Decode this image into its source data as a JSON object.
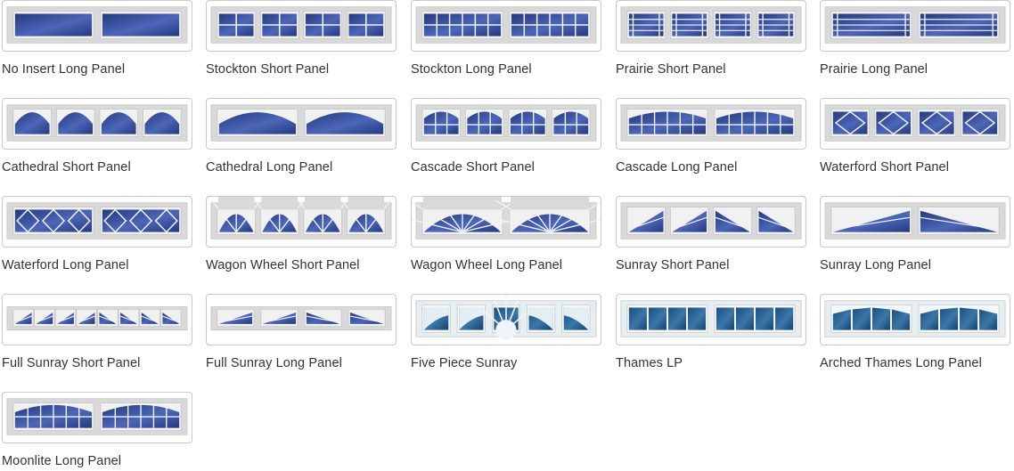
{
  "colors": {
    "glass_dark": "#243a7e",
    "glass_light": "#4d66b8",
    "panel_face": "#d9d9d9",
    "panel_edge": "#c4c4c4",
    "caption_text": "#333333",
    "frame_border": "#c9c9c9"
  },
  "inserts": [
    {
      "label": "No Insert Long Panel",
      "style": "plain",
      "segments": 2,
      "pattern": "plain"
    },
    {
      "label": "Stockton Short Panel",
      "style": "short",
      "segments": 4,
      "pattern": "grid2x2"
    },
    {
      "label": "Stockton Long Panel",
      "style": "long",
      "segments": 2,
      "pattern": "grid6x2"
    },
    {
      "label": "Prairie Short Panel",
      "style": "short",
      "segments": 4,
      "pattern": "prairie"
    },
    {
      "label": "Prairie Long Panel",
      "style": "long",
      "segments": 2,
      "pattern": "prairie"
    },
    {
      "label": "Cathedral Short Panel",
      "style": "short",
      "segments": 4,
      "pattern": "arch"
    },
    {
      "label": "Cathedral Long Panel",
      "style": "long",
      "segments": 2,
      "pattern": "arch"
    },
    {
      "label": "Cascade Short Panel",
      "style": "short",
      "segments": 4,
      "pattern": "archgrid"
    },
    {
      "label": "Cascade Long Panel",
      "style": "long",
      "segments": 2,
      "pattern": "archgrid"
    },
    {
      "label": "Waterford Short Panel",
      "style": "short",
      "segments": 4,
      "pattern": "diamond"
    },
    {
      "label": "Waterford Long Panel",
      "style": "long",
      "segments": 2,
      "pattern": "diamond"
    },
    {
      "label": "Wagon Wheel Short Panel",
      "style": "short",
      "segments": 4,
      "pattern": "wheel"
    },
    {
      "label": "Wagon Wheel Long Panel",
      "style": "long",
      "segments": 2,
      "pattern": "wheel"
    },
    {
      "label": "Sunray Short Panel",
      "style": "short",
      "segments": 4,
      "pattern": "sunray"
    },
    {
      "label": "Sunray Long Panel",
      "style": "long",
      "segments": 2,
      "pattern": "sunray"
    },
    {
      "label": "Full Sunray Short Panel",
      "style": "thin",
      "segments": 8,
      "pattern": "sunray"
    },
    {
      "label": "Full Sunray Long Panel",
      "style": "thin",
      "segments": 4,
      "pattern": "sunray"
    },
    {
      "label": "Five Piece Sunray",
      "style": "light",
      "segments": 5,
      "pattern": "fivesun"
    },
    {
      "label": "Thames LP",
      "style": "light",
      "segments": 2,
      "pattern": "thames"
    },
    {
      "label": "Arched Thames Long Panel",
      "style": "light",
      "segments": 2,
      "pattern": "archthames"
    },
    {
      "label": "Moonlite Long Panel",
      "style": "long",
      "segments": 2,
      "pattern": "moonlite"
    }
  ]
}
